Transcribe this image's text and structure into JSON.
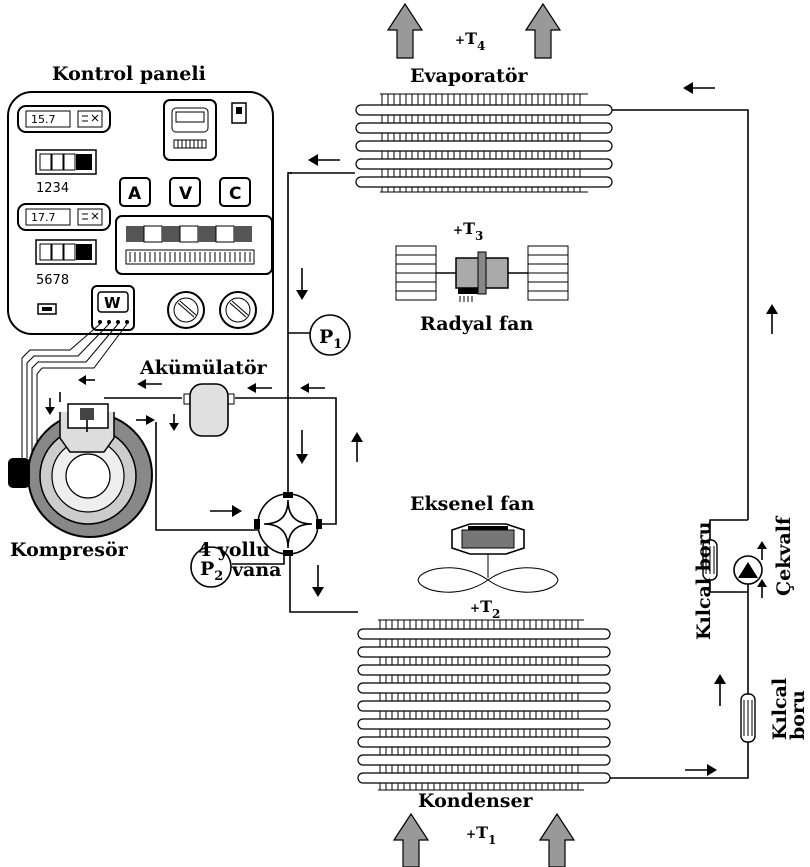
{
  "labels": {
    "control_panel": "Kontrol paneli",
    "evaporator": "Evaporatör",
    "condenser": "Kondenser",
    "radial_fan": "Radyal fan",
    "axial_fan": "Eksenel fan",
    "accumulator": "Akümülatör",
    "compressor": "Kompresör",
    "valve_4way_line1": "4 yollu",
    "valve_4way_line2": "vana",
    "capillary_1": "Kılcal boru",
    "check_valve": "Çekvalf",
    "capillary_2_line1": "Kılcal",
    "capillary_2_line2": "boru"
  },
  "temperatures": {
    "t1": {
      "base": "T",
      "sub": "1"
    },
    "t2": {
      "base": "T",
      "sub": "2"
    },
    "t3": {
      "base": "T",
      "sub": "3"
    },
    "t4": {
      "base": "T",
      "sub": "4"
    }
  },
  "pressures": {
    "p1": {
      "base": "P",
      "sub": "1"
    },
    "p2": {
      "base": "P",
      "sub": "2"
    }
  },
  "panel": {
    "display_1": "15.7",
    "display_2": "17.7",
    "switches_1_label": "1234",
    "switches_2_label": "5678",
    "key_a": "A",
    "key_v": "V",
    "key_c": "C",
    "wattmeter": "W"
  }
}
